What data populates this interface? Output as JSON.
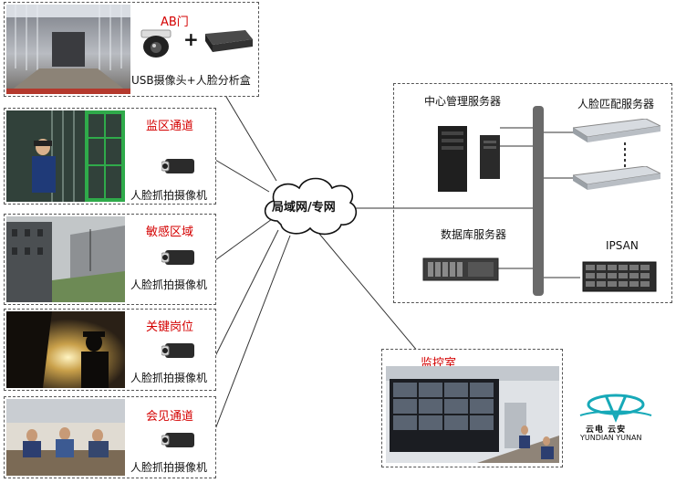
{
  "gate": {
    "title": "AB门",
    "plus": "+",
    "caption": "USB摄像头+人脸分析盒"
  },
  "zones": [
    {
      "title": "监区通道",
      "caption": "人脸抓拍摄像机"
    },
    {
      "title": "敏感区域",
      "caption": "人脸抓拍摄像机"
    },
    {
      "title": "关键岗位",
      "caption": "人脸抓拍摄像机"
    },
    {
      "title": "会见通道",
      "caption": "人脸抓拍摄像机"
    }
  ],
  "network": {
    "label": "局域网/专网"
  },
  "servers": {
    "central": "中心管理服务器",
    "matching": "人脸匹配服务器",
    "database": "数据库服务器",
    "storage": "IPSAN"
  },
  "monitor": {
    "title": "监控室"
  },
  "logo": {
    "cn": "云电 云安",
    "en": "YUNDIAN YUNAN"
  },
  "colors": {
    "title_red": "#d40000",
    "logo_teal": "#17a9b8",
    "cable": "#333333"
  }
}
